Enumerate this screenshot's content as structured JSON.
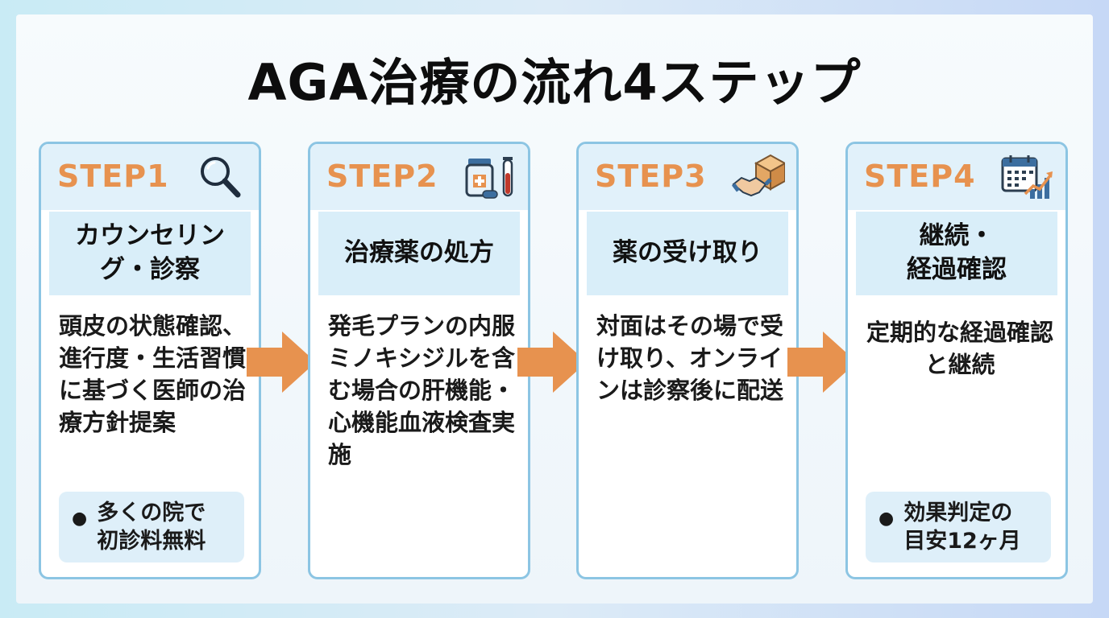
{
  "title": "AGA治療の流れ4ステップ",
  "colors": {
    "accent_orange": "#e7924f",
    "card_border": "#8cc5e3",
    "header_bg": "#e1f1fa",
    "subtitle_bg": "#d9eef9"
  },
  "steps": [
    {
      "label": "STEP1",
      "icon": "magnifier-icon",
      "subtitle": "カウンセリング・診察",
      "body": "頭皮の状態確認、進行度・生活習慣に基づく医師の治療方針提案",
      "note": "多くの院で初診料無料"
    },
    {
      "label": "STEP2",
      "icon": "medicine-blood-test-icon",
      "subtitle": "治療薬の処方",
      "body": "発毛プランの内服ミノキシジルを含む場合の肝機能・心機能血液検査実施",
      "note": ""
    },
    {
      "label": "STEP3",
      "icon": "handshake-package-icon",
      "subtitle": "薬の受け取り",
      "body": "対面はその場で受け取り、オンラインは診察後に配送",
      "note": ""
    },
    {
      "label": "STEP4",
      "icon": "calendar-growth-chart-icon",
      "subtitle": "継続・\n経過確認",
      "body": "定期的な経過確認と継続",
      "note": "効果判定の目安12ヶ月"
    }
  ]
}
